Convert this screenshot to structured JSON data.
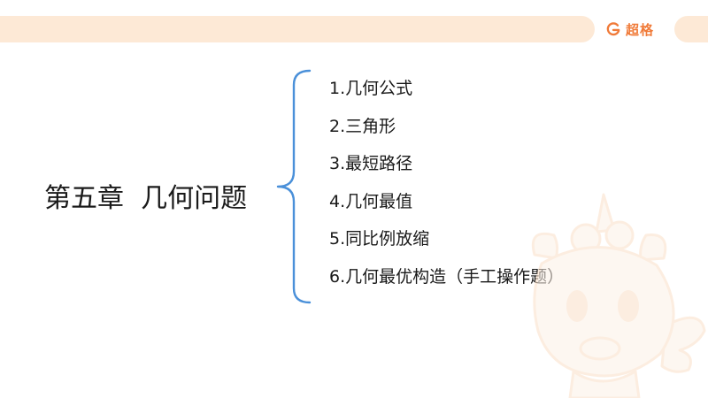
{
  "brand": {
    "name": "超格",
    "icon": "brand-logo-icon",
    "color": "#f07a38"
  },
  "chapter": {
    "title": "第五章  几何问题"
  },
  "topics": [
    {
      "label": "1.几何公式"
    },
    {
      "label": "2.三角形"
    },
    {
      "label": "3.最短路径"
    },
    {
      "label": "4.几何最值"
    },
    {
      "label": "5.同比例放缩"
    },
    {
      "label": "6.几何最优构造（手工操作题）"
    }
  ],
  "colors": {
    "header_band": "#fde9d6",
    "brace": "#4a90d9",
    "text": "#1a1a1a",
    "watermark": "#fbe2cc"
  },
  "decorations": {
    "brace_icon": "curly-brace",
    "mascot_icon": "unicorn-mascot-watermark"
  }
}
